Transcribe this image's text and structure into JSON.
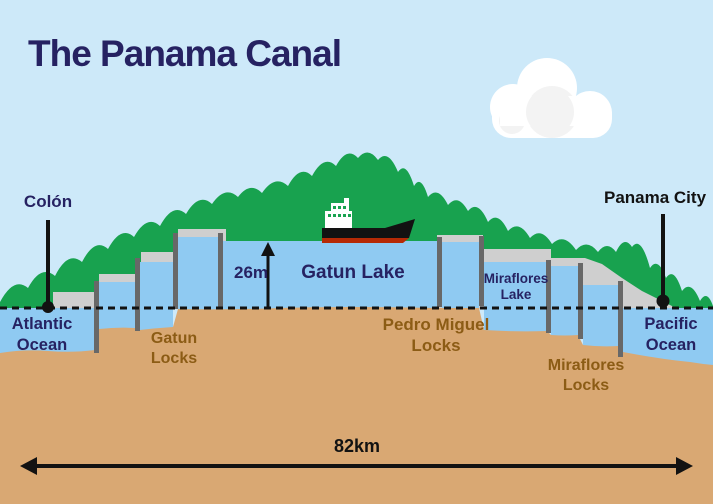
{
  "title": "The Panama Canal",
  "cities": {
    "colon": "Colón",
    "panama_city": "Panama City"
  },
  "water_bodies": {
    "atlantic": {
      "line1": "Atlantic",
      "line2": "Ocean"
    },
    "pacific": {
      "line1": "Pacific",
      "line2": "Ocean"
    },
    "gatun_lake": "Gatun Lake",
    "miraflores_lake": {
      "line1": "Miraflores",
      "line2": "Lake"
    }
  },
  "locks": {
    "gatun": {
      "line1": "Gatun",
      "line2": "Locks"
    },
    "pedro_miguel": {
      "line1": "Pedro Miguel",
      "line2": "Locks"
    },
    "miraflores": {
      "line1": "Miraflores",
      "line2": "Locks"
    }
  },
  "measurements": {
    "lake_height": "26m",
    "canal_length": "82km"
  },
  "icons": {
    "ship": "cargo-ship-icon",
    "cloud": "cloud-icon"
  },
  "colors": {
    "sky": "#cde9f9",
    "hill_green": "#18a24f",
    "water_blue": "#8fcaf2",
    "ground_tan": "#d9a873",
    "concrete_gray": "#cfcfcf",
    "gate_gray": "#686868",
    "navy_text": "#262262",
    "brown_text": "#8c5c15",
    "black": "#121212",
    "ship_red": "#b62a06"
  }
}
